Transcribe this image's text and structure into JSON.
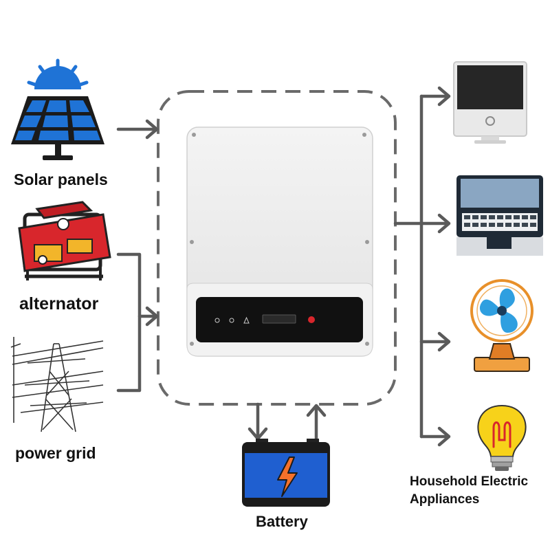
{
  "sources": {
    "solar": "Solar panels",
    "alternator": "alternator",
    "grid": "power grid"
  },
  "storage": {
    "battery": "Battery"
  },
  "loads": {
    "title_line1": "Household Electric",
    "title_line2": "Appliances",
    "icons": [
      "desktop-monitor-icon",
      "laptop-icon",
      "fan-icon",
      "light-bulb-icon"
    ]
  },
  "colors": {
    "arrow": "#5a5a5a",
    "solar_blue": "#1f73d6",
    "generator_red": "#d8262c",
    "battery_blue": "#1f5fd0",
    "fan_blue": "#2f9fe0",
    "fan_orange": "#f0a040",
    "bulb_yellow": "#f7d21a",
    "inverter_panel": "#111111"
  }
}
